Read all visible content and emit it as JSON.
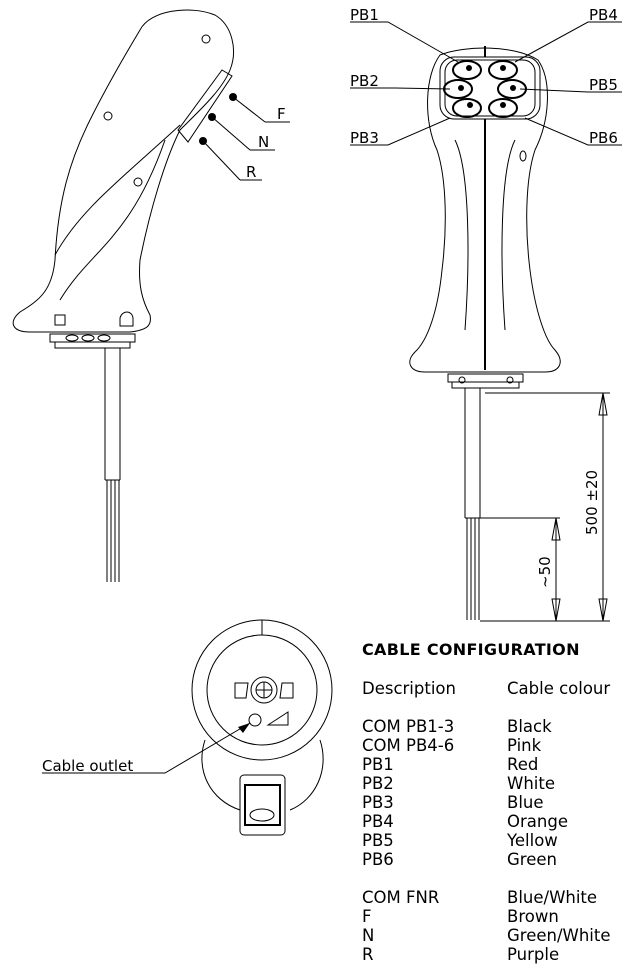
{
  "labels": {
    "pb1": "PB1",
    "pb2": "PB2",
    "pb3": "PB3",
    "pb4": "PB4",
    "pb5": "PB5",
    "pb6": "PB6",
    "f": "F",
    "n": "N",
    "r": "R",
    "cable_outlet": "Cable outlet",
    "dim_length": "500 ±20",
    "dim_strip": "~50"
  },
  "table": {
    "title": "CABLE CONFIGURATION",
    "header": {
      "description": "Description",
      "colour": "Cable colour"
    },
    "group1": [
      {
        "description": "COM PB1-3",
        "colour": "Black"
      },
      {
        "description": "COM PB4-6",
        "colour": "Pink"
      },
      {
        "description": "PB1",
        "colour": "Red"
      },
      {
        "description": "PB2",
        "colour": "White"
      },
      {
        "description": "PB3",
        "colour": "Blue"
      },
      {
        "description": "PB4",
        "colour": "Orange"
      },
      {
        "description": "PB5",
        "colour": "Yellow"
      },
      {
        "description": "PB6",
        "colour": "Green"
      }
    ],
    "group2": [
      {
        "description": "COM FNR",
        "colour": "Blue/White"
      },
      {
        "description": "F",
        "colour": "Brown"
      },
      {
        "description": "N",
        "colour": "Green/White"
      },
      {
        "description": "R",
        "colour": "Purple"
      }
    ]
  }
}
